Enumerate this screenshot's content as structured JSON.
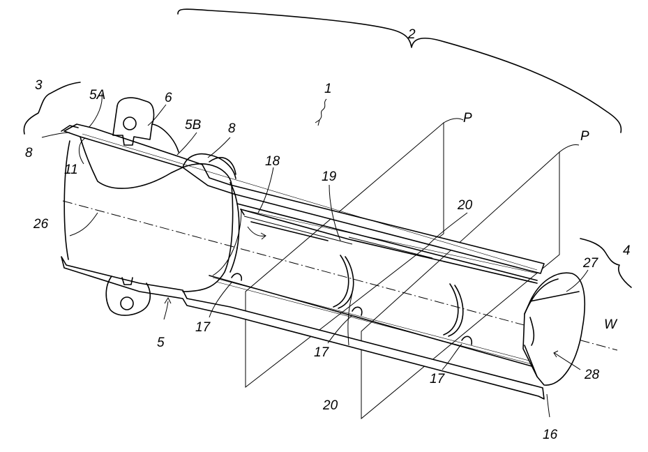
{
  "figure": {
    "labels": {
      "l1": "1",
      "l2": "2",
      "l3": "3",
      "l4": "4",
      "l5": "5",
      "l5a": "5A",
      "l5b": "5B",
      "l6": "6",
      "l8a": "8",
      "l8b": "8",
      "l11": "11",
      "l16": "16",
      "l17a": "17",
      "l17b": "17",
      "l17c": "17",
      "l18": "18",
      "l19": "19",
      "l20a": "20",
      "l20b": "20",
      "l26": "26",
      "l27": "27",
      "l28": "28",
      "lpa": "P",
      "lpb": "P",
      "lw": "W"
    }
  }
}
